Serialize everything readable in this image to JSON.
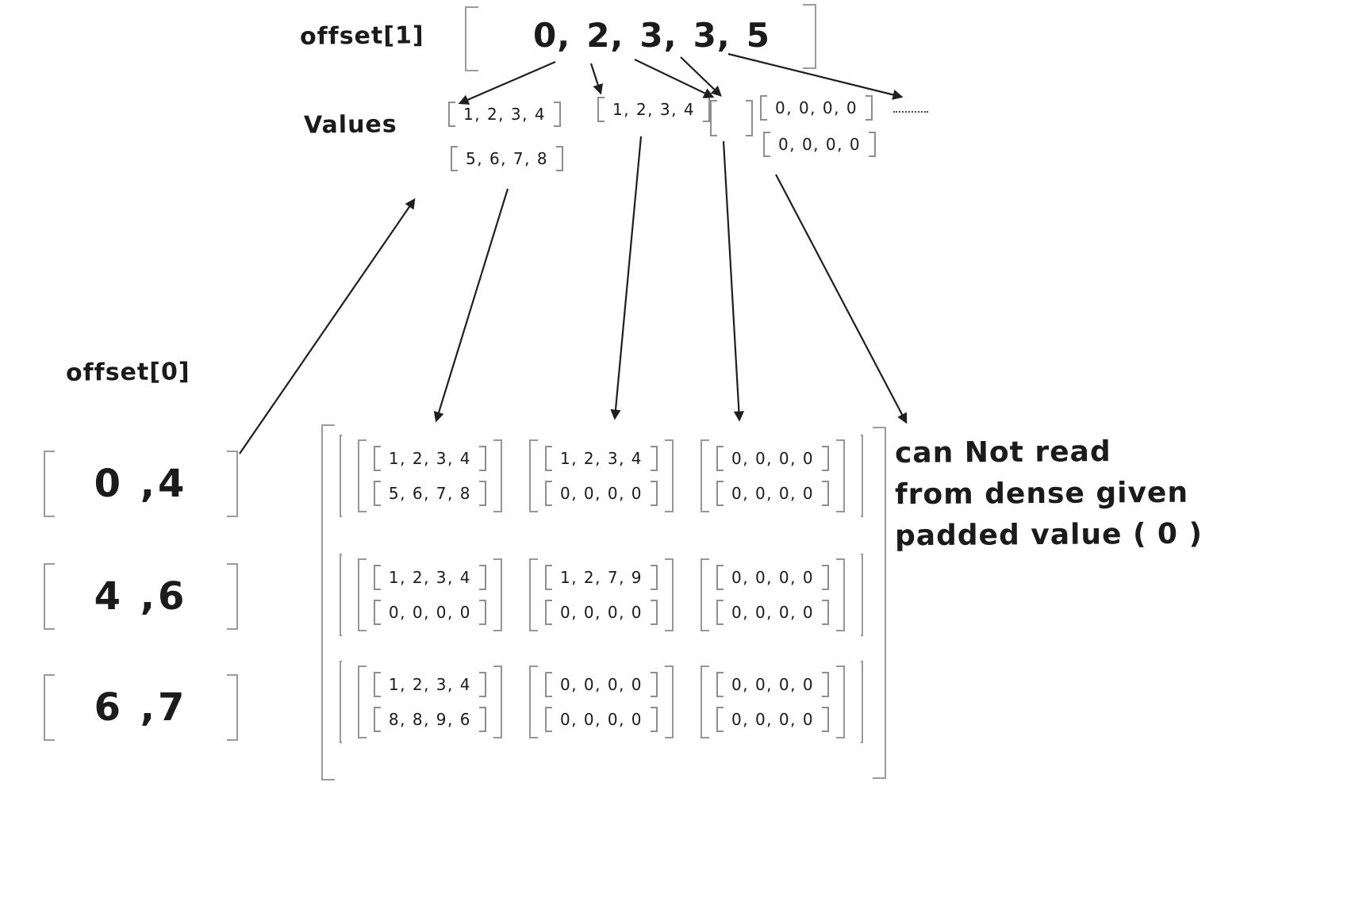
{
  "top": {
    "offset1_label": "offset[1]",
    "offset1_values": [
      "0,",
      "2,",
      "3,",
      "3,",
      "5"
    ],
    "values_label": "Values",
    "value_groups": {
      "g1": [
        "1, 2, 3, 4",
        "5, 6, 7, 8"
      ],
      "g2": [
        "1, 2, 3, 4"
      ],
      "g4": [
        "0, 0, 0, 0",
        "0, 0, 0, 0"
      ]
    }
  },
  "left": {
    "offset0_label": "offset[0]",
    "offset0_rows": [
      "0 ,4",
      "4 ,6",
      "6 ,7"
    ]
  },
  "dense": {
    "rows": [
      [
        [
          "1, 2, 3, 4",
          "5, 6, 7, 8"
        ],
        [
          "1, 2, 3, 4",
          "0, 0, 0, 0"
        ],
        [
          "0, 0, 0, 0",
          "0, 0, 0, 0"
        ]
      ],
      [
        [
          "1, 2, 3, 4",
          "0, 0, 0, 0"
        ],
        [
          "1, 2, 7, 9",
          "0, 0, 0, 0"
        ],
        [
          "0, 0, 0, 0",
          "0, 0, 0, 0"
        ]
      ],
      [
        [
          "1, 2, 3, 4",
          "8, 8, 9, 6"
        ],
        [
          "0, 0, 0, 0",
          "0, 0, 0, 0"
        ],
        [
          "0, 0, 0, 0",
          "0, 0, 0, 0"
        ]
      ]
    ]
  },
  "annotation": {
    "lines": [
      "can Not read",
      "from dense given",
      "padded value ( 0 )"
    ]
  }
}
